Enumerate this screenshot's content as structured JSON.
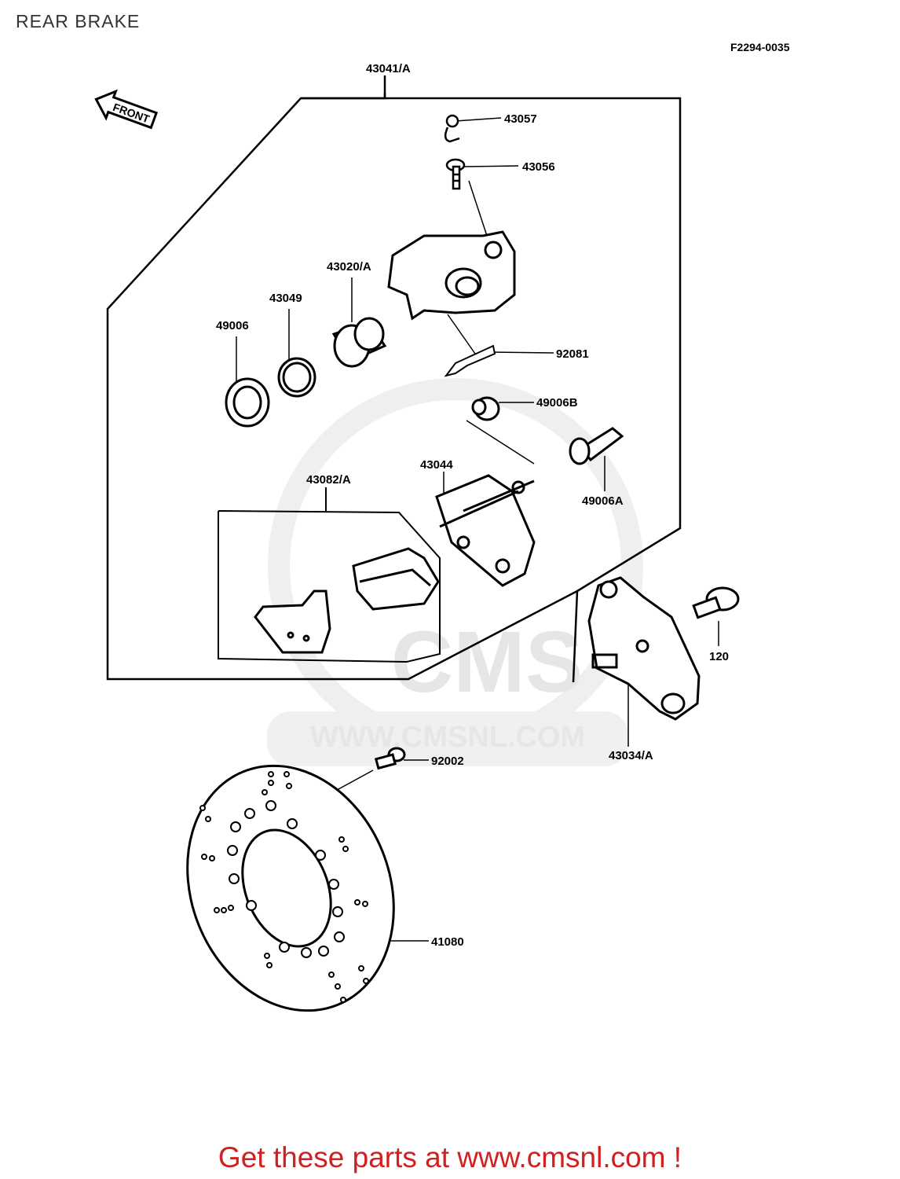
{
  "header": {
    "title": "REAR BRAKE",
    "figure_code": "F2294-0035"
  },
  "diagram": {
    "front_arrow_label": "FRONT",
    "watermark_text": "WWW.CMSNL.COM",
    "watermark_logo": "CMS",
    "part_labels": {
      "p43041": "43041/A",
      "p43057": "43057",
      "p43056": "43056",
      "p43020": "43020/A",
      "p43049": "43049",
      "p49006": "49006",
      "p92081": "92081",
      "p49006b": "49006B",
      "p43044": "43044",
      "p43082": "43082/A",
      "p49006a": "49006A",
      "p120": "120",
      "p43034": "43034/A",
      "p92002": "92002",
      "p41080": "41080"
    }
  },
  "footer": {
    "link_text": "Get these parts at www.cmsnl.com !"
  },
  "colors": {
    "footer_link": "#d21f1f",
    "line": "#000000",
    "watermark": "#e6e6e6"
  }
}
